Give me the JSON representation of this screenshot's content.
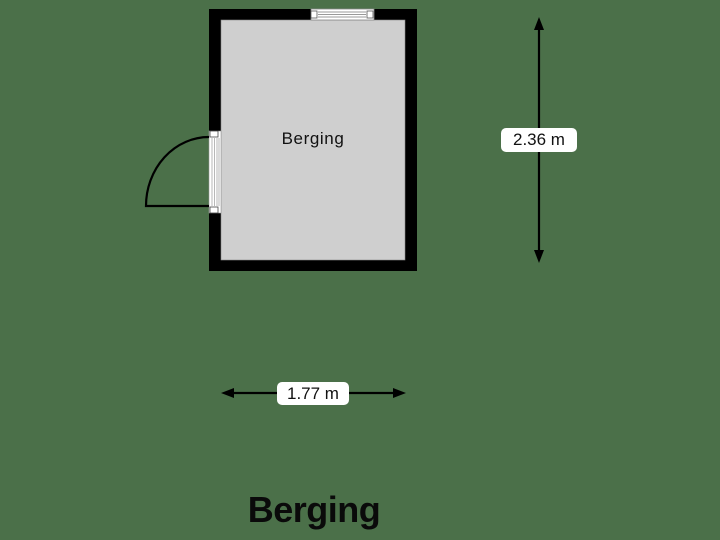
{
  "floorplan": {
    "title": "Berging",
    "rooms": [
      {
        "name": "Berging"
      }
    ],
    "dimensions": {
      "height": "2.36 m",
      "width": "1.77 m"
    },
    "elements": {
      "window": "window",
      "door": "door"
    },
    "colors": {
      "background": "#4b7049",
      "wall": "#000000",
      "floor": "#cfcfcf",
      "label_bg": "#ffffff"
    }
  }
}
